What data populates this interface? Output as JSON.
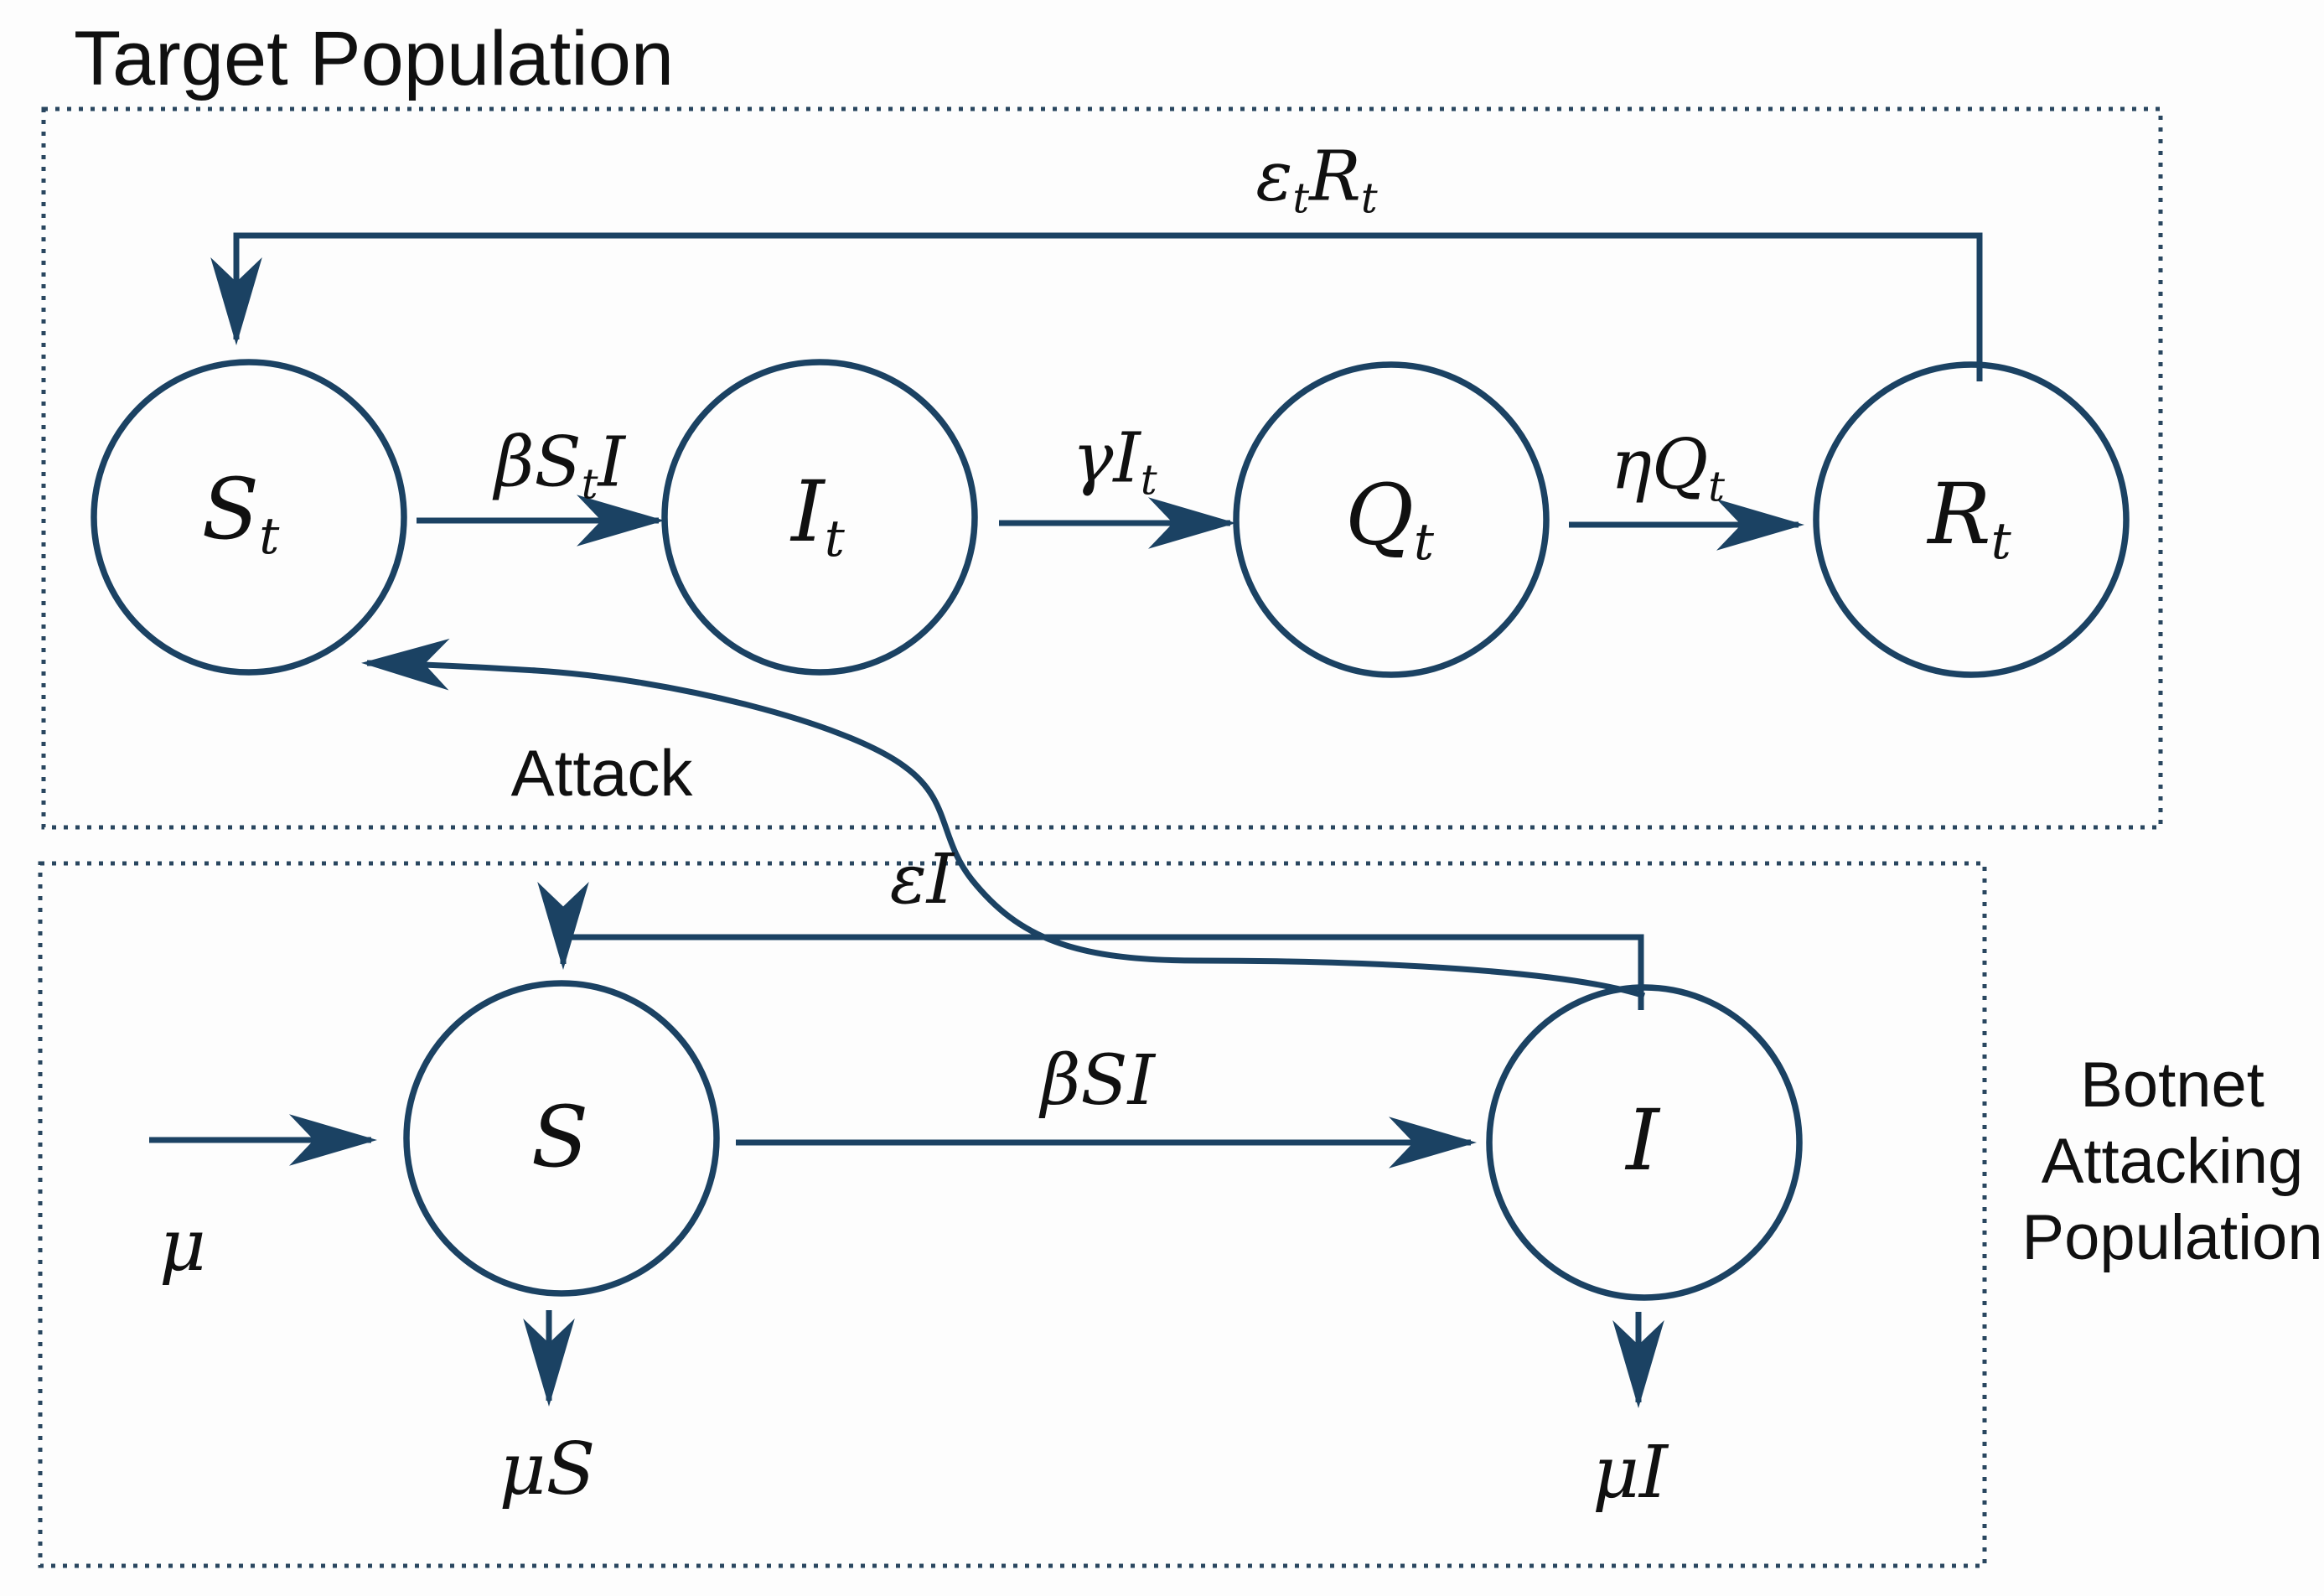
{
  "colors": {
    "line": "#1b4263",
    "dotted_border": "#29465f",
    "text": "#101010",
    "background": "#fdfdfd"
  },
  "title": "Target Population",
  "target_population": {
    "nodes": {
      "susceptible": {
        "base": "S",
        "sub": "t"
      },
      "infected": {
        "base": "I",
        "sub": "t"
      },
      "quarantined": {
        "base": "Q",
        "sub": "t"
      },
      "recovered": {
        "base": "R",
        "sub": "t"
      }
    },
    "flow_labels": {
      "infection": {
        "p1": "βS",
        "s1": "t",
        "p2": "I"
      },
      "quarantine": {
        "p1": "γI",
        "s1": "t"
      },
      "recovery": {
        "p1": "ηQ",
        "s1": "t"
      },
      "resusceptible": {
        "p1": "ε",
        "s1": "t",
        "p2": "R",
        "s2": "t"
      },
      "attack": "Attack"
    }
  },
  "botnet_population": {
    "caption_lines": [
      "Botnet",
      "Attacking",
      "Population"
    ],
    "nodes": {
      "susceptible": {
        "base": "S"
      },
      "infected": {
        "base": "I"
      }
    },
    "flow_labels": {
      "recruitment": {
        "p1": "μ"
      },
      "infection": {
        "p1": "βSI"
      },
      "release": {
        "p1": "εI"
      },
      "death_susceptible": {
        "p1": "μS"
      },
      "death_infected": {
        "p1": "μI"
      }
    }
  }
}
